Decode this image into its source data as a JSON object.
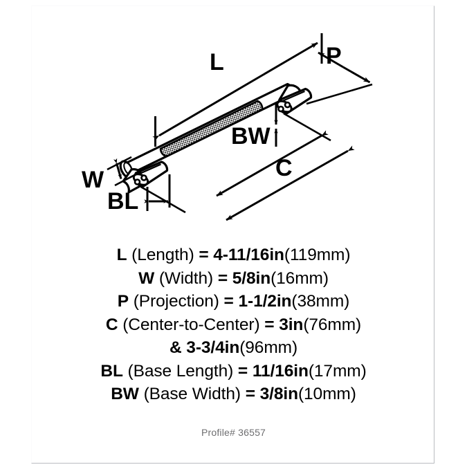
{
  "product": {
    "type": "cabinet-bar-pull-handle",
    "profile_label": "Profile# 36557"
  },
  "drawing": {
    "callouts": {
      "length": "L",
      "width": "W",
      "projection": "P",
      "center_to_center": "C",
      "base_width": "BW",
      "base_length": "BL"
    }
  },
  "specs": [
    {
      "symbol": "L",
      "name": "(Length)",
      "equals": "=",
      "value": "4-11/16in",
      "metric": "(119mm)"
    },
    {
      "symbol": "W",
      "name": "(Width)",
      "equals": "=",
      "value": "5/8in",
      "metric": "(16mm)"
    },
    {
      "symbol": "P",
      "name": "(Projection)",
      "equals": "=",
      "value": "1-1/2in",
      "metric": "(38mm)"
    },
    {
      "symbol": "C",
      "name": "(Center-to-Center)",
      "equals": "=",
      "value": "3in",
      "metric": "(76mm)"
    },
    {
      "symbol": "",
      "name": "",
      "equals": "&",
      "value": "3-3/4in",
      "metric": "(96mm)"
    },
    {
      "symbol": "BL",
      "name": "(Base Length)",
      "equals": "=",
      "value": "11/16in",
      "metric": "(17mm)"
    },
    {
      "symbol": "BW",
      "name": "(Base Width)",
      "equals": "=",
      "value": "3/8in",
      "metric": "(10mm)"
    }
  ],
  "colors": {
    "ink": "#000000",
    "background": "#ffffff",
    "profile_text": "#6e6e70",
    "frame": "#b9bcc0"
  }
}
